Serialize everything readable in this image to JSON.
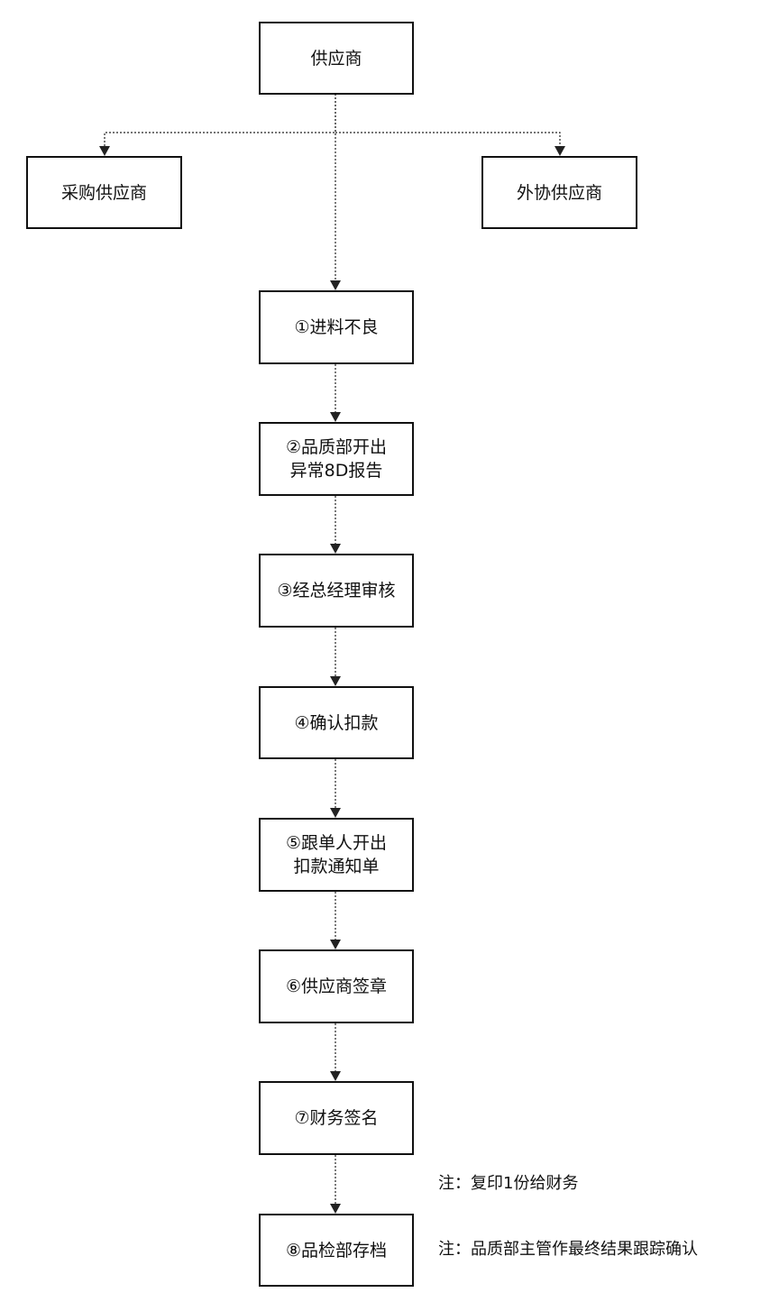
{
  "nodes": {
    "supplier": "供应商",
    "purchase_supplier": "采购供应商",
    "outsource_supplier": "外协供应商",
    "step1": "①进料不良",
    "step2": "②品质部开出\n异常8D报告",
    "step3": "③经总经理审核",
    "step4": "④确认扣款",
    "step5": "⑤跟单人开出\n扣款通知单",
    "step6": "⑥供应商签章",
    "step7": "⑦财务签名",
    "step8": "⑧品检部存档"
  },
  "notes": {
    "copy_note": "注：复印1份给财务",
    "supervisor_note": "注：品质部主管作最终结果跟踪确认"
  },
  "edges": [
    {
      "from": "supplier",
      "to": "purchase_supplier"
    },
    {
      "from": "supplier",
      "to": "outsource_supplier"
    },
    {
      "from": "supplier",
      "to": "step1"
    },
    {
      "from": "step1",
      "to": "step2"
    },
    {
      "from": "step2",
      "to": "step3"
    },
    {
      "from": "step3",
      "to": "step4"
    },
    {
      "from": "step4",
      "to": "step5"
    },
    {
      "from": "step5",
      "to": "step6"
    },
    {
      "from": "step6",
      "to": "step7"
    },
    {
      "from": "step7",
      "to": "step8"
    }
  ]
}
